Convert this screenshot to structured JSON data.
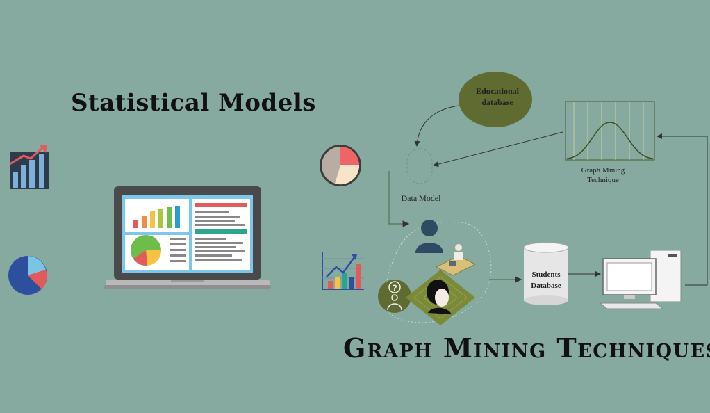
{
  "titles": {
    "left": "Statistical Models",
    "right": "Graph Mining Techniques"
  },
  "nodes": {
    "educational_database": {
      "line1": "Educational",
      "line2": "database"
    },
    "data_model": "Data Model",
    "graph_mining_technique": {
      "line1": "Graph Mining",
      "line2": "Technique"
    },
    "students_database": {
      "line1": "Students",
      "line2": "Database"
    },
    "question_mark": "?"
  },
  "icons": {
    "left_bar_chart": "bar-chart-trend-icon",
    "left_pie_chart": "pie-chart-icon",
    "laptop": "laptop-dashboard-icon",
    "right_pie_chart": "pie-chart-icon",
    "right_bar_chart": "bar-chart-trend-icon",
    "user": "user-icon",
    "student": "student-icon",
    "teacher": "teacher-desk-icon",
    "computer": "desktop-computer-icon"
  },
  "colors": {
    "background": "#86aaa0",
    "educational_database_fill": "#5f6b31",
    "accent_red": "#e25a5a",
    "accent_blue": "#2c4f9e",
    "accent_teal": "#2ca58d",
    "dark_text": "#111111"
  }
}
